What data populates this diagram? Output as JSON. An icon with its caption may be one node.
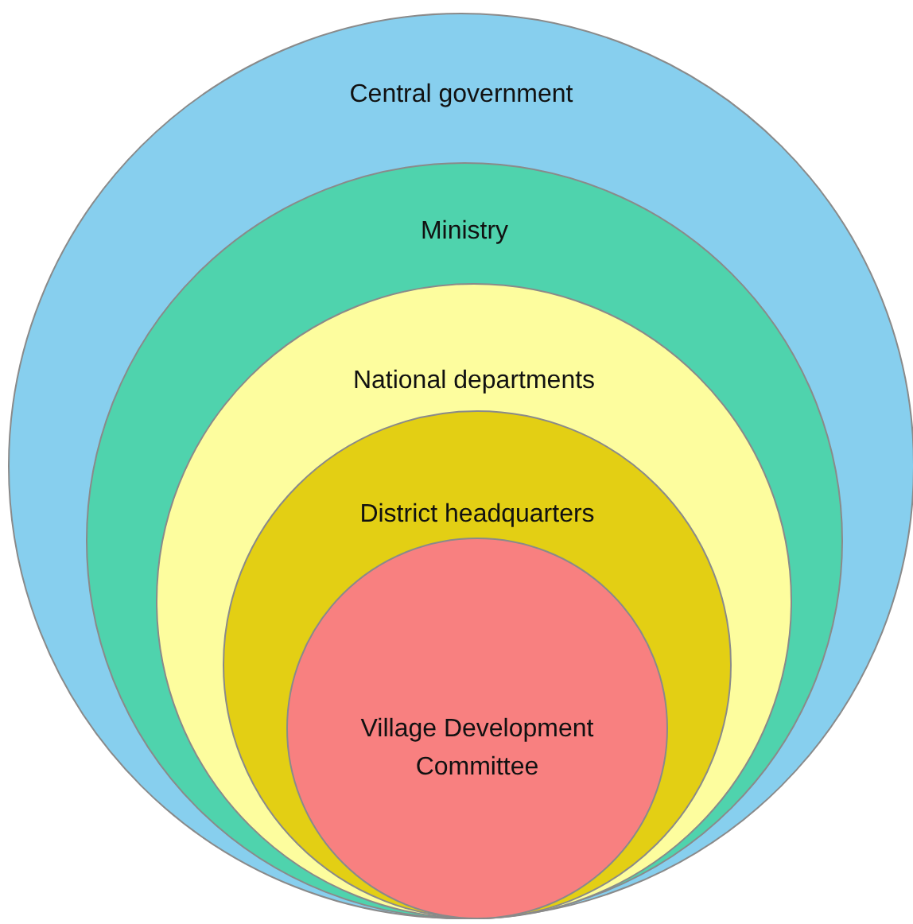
{
  "diagram": {
    "nodes": [
      {
        "text": [
          "Central government"
        ]
      },
      {
        "text": [
          "Ministry"
        ],
        "in": 0
      },
      {
        "text": [
          "National departments"
        ],
        "in": 1
      },
      {
        "text": [
          "District headquarters"
        ],
        "in": 2
      },
      {
        "text": [
          "Village Development Committee"
        ],
        "in": 3
      }
    ]
  }
}
